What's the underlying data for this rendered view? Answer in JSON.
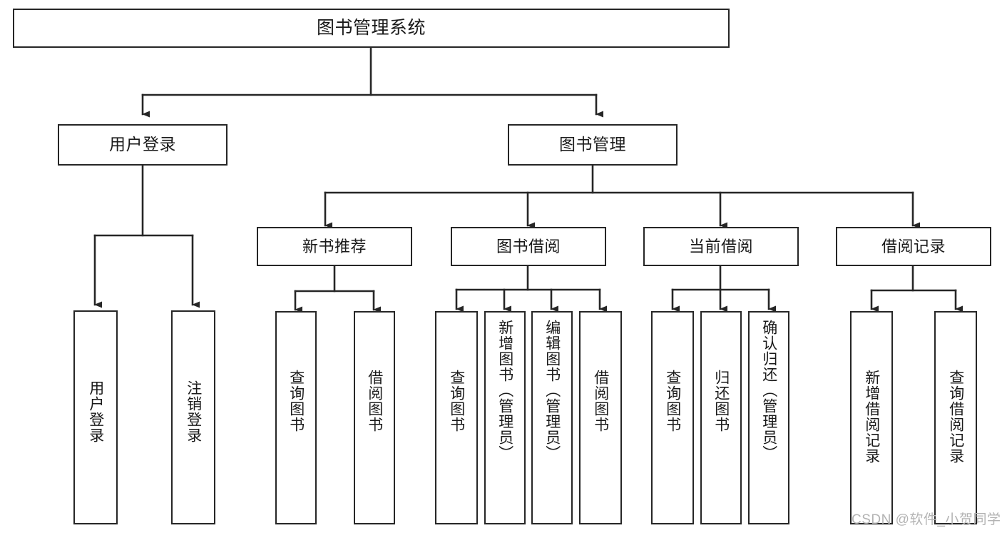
{
  "diagram": {
    "title": "图书管理系统",
    "type": "hierarchy-tree",
    "orientation": "top-down",
    "colors": {
      "background": "#ffffff",
      "box_border": "#262626",
      "box_fill": "#ffffff",
      "text": "#1a1a1a",
      "connector": "#262626",
      "watermark": "#b3b3b3"
    },
    "root": {
      "label": "图书管理系统"
    },
    "level1": [
      {
        "label": "用户登录"
      },
      {
        "label": "图书管理"
      }
    ],
    "level2": [
      {
        "label": "新书推荐"
      },
      {
        "label": "图书借阅"
      },
      {
        "label": "当前借阅"
      },
      {
        "label": "借阅记录"
      }
    ],
    "leaves": {
      "user_login": [
        {
          "label": "用户登录"
        },
        {
          "label": "注销登录"
        }
      ],
      "new_book_recommend": [
        {
          "label": "查询图书"
        },
        {
          "label": "借阅图书"
        }
      ],
      "book_borrow": [
        {
          "label": "查询图书"
        },
        {
          "label": "新增图书（管理员）"
        },
        {
          "label": "编辑图书（管理员）"
        },
        {
          "label": "借阅图书"
        }
      ],
      "current_borrow": [
        {
          "label": "查询图书"
        },
        {
          "label": "归还图书"
        },
        {
          "label": "确认归还（管理员）"
        }
      ],
      "borrow_record": [
        {
          "label": "新增借阅记录"
        },
        {
          "label": "查询借阅记录"
        }
      ]
    }
  },
  "watermark": {
    "text": "CSDN @软件_小贺同学"
  }
}
